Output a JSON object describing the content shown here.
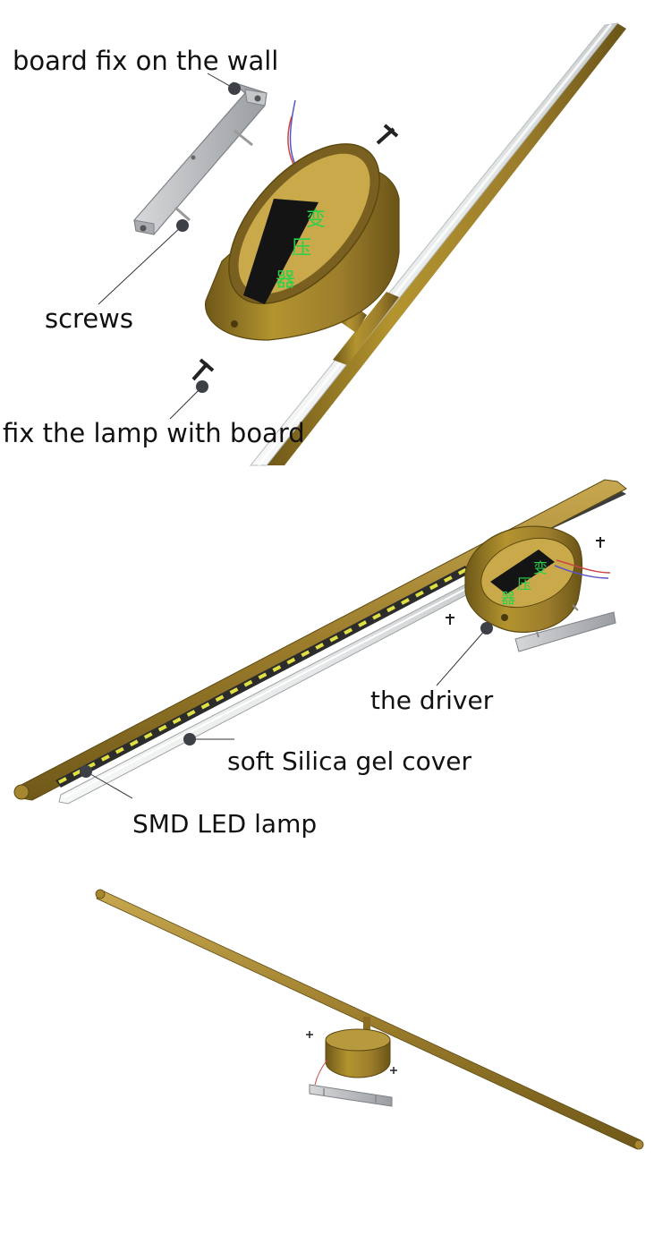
{
  "panel1": {
    "labels": {
      "board": "board fix on the wall",
      "screws": "screws",
      "fix_lamp": "fix the lamp with board"
    },
    "driver_glyphs": [
      "变",
      "压",
      "器"
    ]
  },
  "panel2": {
    "labels": {
      "driver": "the driver",
      "cover": "soft Silica gel cover",
      "smd": "SMD LED lamp"
    },
    "driver_glyphs": [
      "变",
      "压",
      "器"
    ]
  },
  "colors": {
    "brass": "#9c7d2c",
    "brass_dark": "#6f5819",
    "brass_light": "#c7a850",
    "diffuser": "#e9eceb",
    "bracket": "#b9bcbf",
    "led_yellow": "#e0e043",
    "pointer_dot": "#3d4147"
  }
}
